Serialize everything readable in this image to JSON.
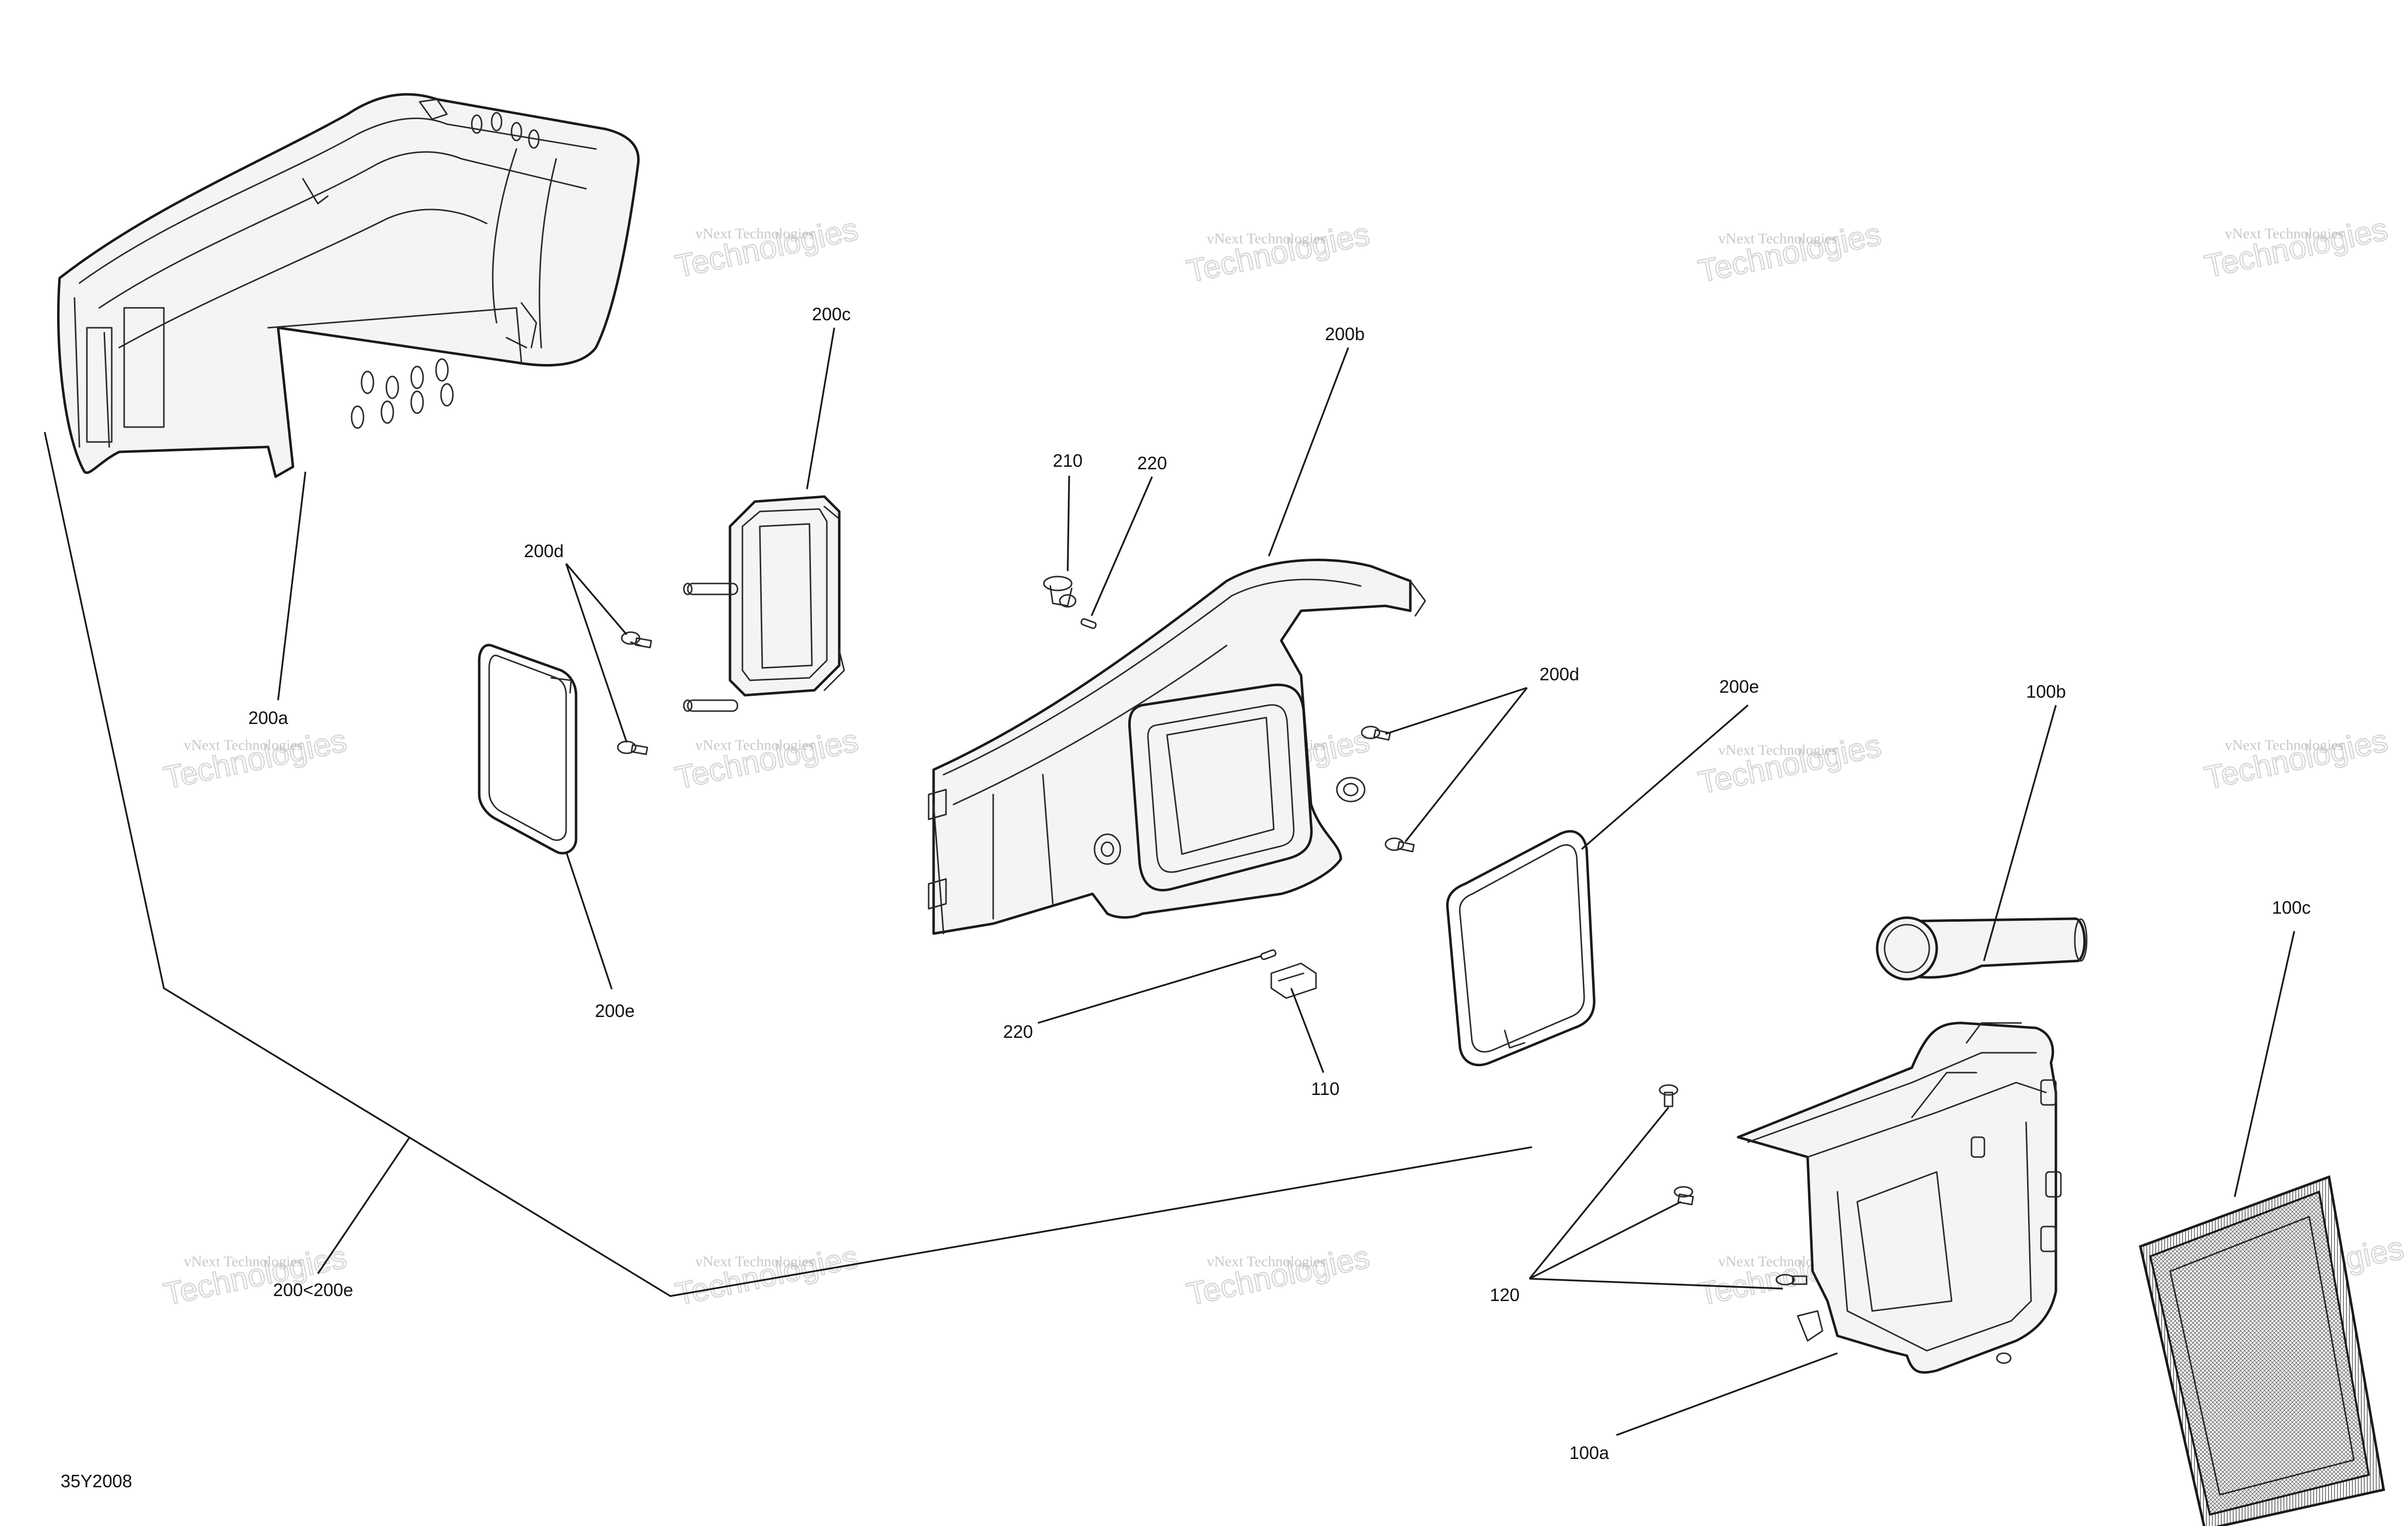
{
  "figure_id": "35Y2008",
  "watermark": {
    "line1": "vNext Technologies",
    "line2": "Technologies",
    "line3": "vNext"
  },
  "callouts": [
    {
      "id": "200c",
      "label": "200c"
    },
    {
      "id": "200b",
      "label": "200b"
    },
    {
      "id": "210",
      "label": "210"
    },
    {
      "id": "220-top",
      "label": "220"
    },
    {
      "id": "200d-left",
      "label": "200d"
    },
    {
      "id": "200d-right",
      "label": "200d"
    },
    {
      "id": "200e-mid",
      "label": "200e"
    },
    {
      "id": "200a",
      "label": "200a"
    },
    {
      "id": "200e-left",
      "label": "200e"
    },
    {
      "id": "100b",
      "label": "100b"
    },
    {
      "id": "100c",
      "label": "100c"
    },
    {
      "id": "220-bottom",
      "label": "220"
    },
    {
      "id": "110",
      "label": "110"
    },
    {
      "id": "120",
      "label": "120"
    },
    {
      "id": "200-range",
      "label": "200<200e"
    },
    {
      "id": "100a",
      "label": "100a"
    }
  ]
}
